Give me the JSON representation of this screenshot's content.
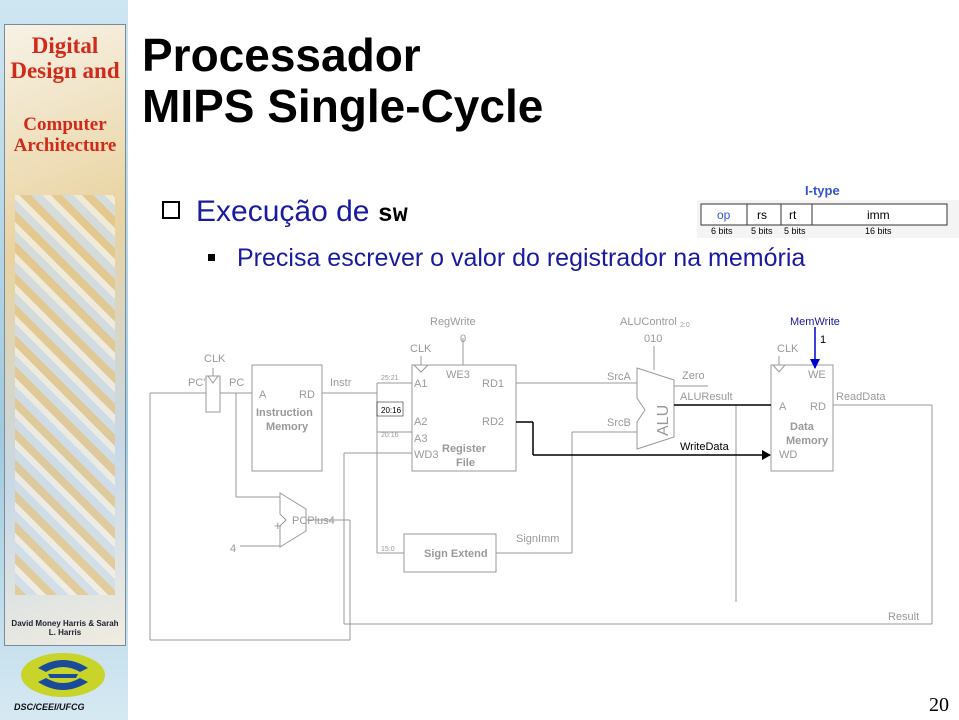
{
  "slide": {
    "title_line1": "Processador",
    "title_line2": "MIPS Single-Cycle",
    "bullet1_prefix": "Execução de ",
    "bullet1_code": "sw",
    "bullet2": "Precisa escrever o valor do registrador na memória",
    "page_number": "20"
  },
  "sidebar": {
    "book_title1": "Digital Design and",
    "book_title2": "Computer Architecture",
    "authors": "David Money Harris & Sarah L. Harris",
    "logo_text": "DSC/CEEI/UFCG"
  },
  "itype": {
    "header": "I-type",
    "fields": [
      "op",
      "rs",
      "rt",
      "imm"
    ],
    "sizes": [
      "6 bits",
      "5 bits",
      "5 bits",
      "16 bits"
    ]
  },
  "diagram": {
    "clk": "CLK",
    "pc_prime": "PC'",
    "pc": "PC",
    "imem_a": "A",
    "imem_rd": "RD",
    "imem_name1": "Instruction",
    "imem_name2": "Memory",
    "instr": "Instr",
    "bits_25_21": "25:21",
    "bits_20_16_a": "20:16",
    "bits_20_16_b": "20:16",
    "bits_15_0": "15:0",
    "regwrite": "RegWrite",
    "regwrite_val": "0",
    "rf_we3": "WE3",
    "rf_a1": "A1",
    "rf_a2": "A2",
    "rf_a3": "A3",
    "rf_wd3": "WD3",
    "rf_rd1": "RD1",
    "rf_rd2": "RD2",
    "rf_name1": "Register",
    "rf_name2": "File",
    "alucontrol": "ALUControl",
    "alucontrol_sub": "2:0",
    "alucontrol_val": "010",
    "srca": "SrcA",
    "srcb": "SrcB",
    "alu": "ALU",
    "zero": "Zero",
    "aluresult": "ALUResult",
    "writedata": "WriteData",
    "memwrite": "MemWrite",
    "memwrite_val": "1",
    "dm_we": "WE",
    "dm_a": "A",
    "dm_rd": "RD",
    "dm_wd": "WD",
    "dm_name1": "Data",
    "dm_name2": "Memory",
    "readdata": "ReadData",
    "four": "4",
    "plus": "+",
    "pcplus4": "PCPlus4",
    "sign_extend": "Sign Extend",
    "signimm": "SignImm",
    "result": "Result"
  },
  "colors": {
    "active": "#000000",
    "inactive": "#999999",
    "accent_blue": "#1a1aa0",
    "itype_blue": "#3355cc",
    "book_red": "#d12a1a"
  }
}
